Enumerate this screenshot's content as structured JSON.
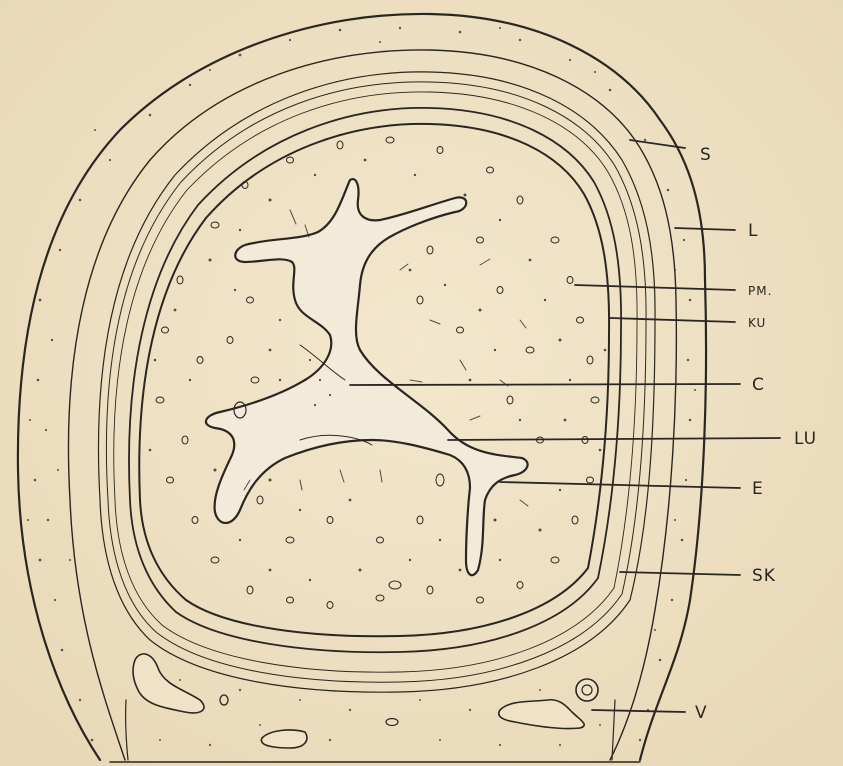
{
  "labels": {
    "S": "S",
    "L": "L",
    "PM": "PM.",
    "KU": "KU",
    "C": "C",
    "LU": "LU",
    "E": "E",
    "SK": "SK",
    "V": "V"
  },
  "colors": {
    "paper": "#efe2c6",
    "ink": "#2a2620"
  }
}
